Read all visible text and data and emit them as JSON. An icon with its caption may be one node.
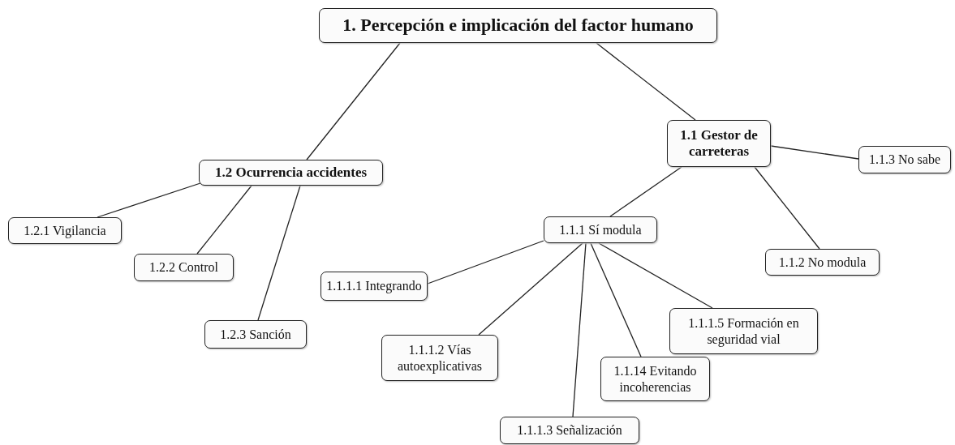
{
  "diagram": {
    "nodes": [
      {
        "text": [
          "1. Percepción e implicación del factor humano"
        ]
      },
      {
        "text": [
          "1.1 Gestor de carreteras"
        ]
      },
      {
        "text": [
          "1.2 Ocurrencia accidentes"
        ]
      },
      {
        "text": [
          "1.2.1 Vigilancia"
        ]
      },
      {
        "text": [
          "1.2.2 Control"
        ]
      },
      {
        "text": [
          "1.2.3 Sanción"
        ]
      },
      {
        "text": [
          "1.1.1 Sí modula"
        ]
      },
      {
        "text": [
          "1.1.3 No sabe"
        ]
      },
      {
        "text": [
          "1.1.2 No modula"
        ]
      },
      {
        "text": [
          "1.1.1.1 Integrando"
        ]
      },
      {
        "text": [
          "1.1.1.2 Vías autoexplicativas"
        ]
      },
      {
        "text": [
          "1.1.1.3 Señalización"
        ]
      },
      {
        "text": [
          "1.1.14 Evitando incoherencias"
        ]
      },
      {
        "text": [
          "1.1.1.5 Formación en seguridad vial"
        ]
      }
    ],
    "edges": [
      {
        "from": 0,
        "to": 1,
        "arrow": "none"
      },
      {
        "from": 0,
        "to": 2,
        "arrow": "none"
      },
      {
        "from": 2,
        "to": 3,
        "arrow": "none"
      },
      {
        "from": 2,
        "to": 4,
        "arrow": "none"
      },
      {
        "from": 2,
        "to": 5,
        "arrow": "none"
      },
      {
        "from": 1,
        "to": 7,
        "arrow": "none"
      },
      {
        "from": 1,
        "to": 6,
        "arrow": "none"
      },
      {
        "from": 1,
        "to": 8,
        "arrow": "none"
      },
      {
        "from": 6,
        "to": 9,
        "arrow": "none"
      },
      {
        "from": 6,
        "to": 10,
        "arrow": "none"
      },
      {
        "from": 6,
        "to": 11,
        "arrow": "none"
      },
      {
        "from": 6,
        "to": 12,
        "arrow": "none"
      },
      {
        "from": 6,
        "to": 13,
        "arrow": "none"
      }
    ]
  }
}
